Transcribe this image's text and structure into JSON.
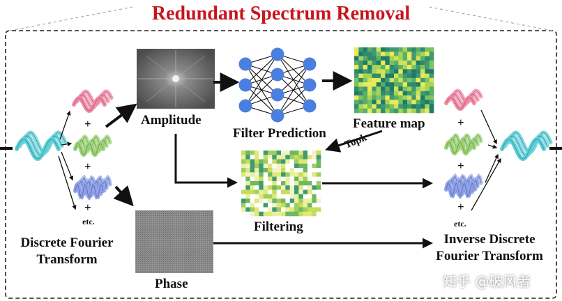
{
  "title": "Redundant Spectrum Removal",
  "labels": {
    "dft_line1": "Discrete Fourier",
    "dft_line2": "Transform",
    "amplitude": "Amplitude",
    "phase": "Phase",
    "filter_prediction": "Filter Prediction",
    "feature_map": "Feature map",
    "topk": "Topk",
    "filtering": "Filtering",
    "idft_line1": "Inverse Discrete",
    "idft_line2": "Fourier Transform",
    "etc_left": "etc.",
    "etc_right": "etc.",
    "plus": "+"
  },
  "watermark": "知乎 @破风者",
  "colors": {
    "title": "#c8141c",
    "wave_cyan": "#5fcfd8",
    "wave_pink": "#f08aa6",
    "wave_green": "#9fd27a",
    "wave_blue": "#8fa2e6",
    "nn_node": "#4a7fe0",
    "grid_dark": "#1f7a6a",
    "grid_yellow": "#e8ea5a"
  },
  "icons": [
    "neural-network-icon",
    "signal-wave-icon",
    "amplitude-spectrum-image",
    "phase-spectrum-image",
    "feature-map-heatmap",
    "filtering-heatmap"
  ]
}
